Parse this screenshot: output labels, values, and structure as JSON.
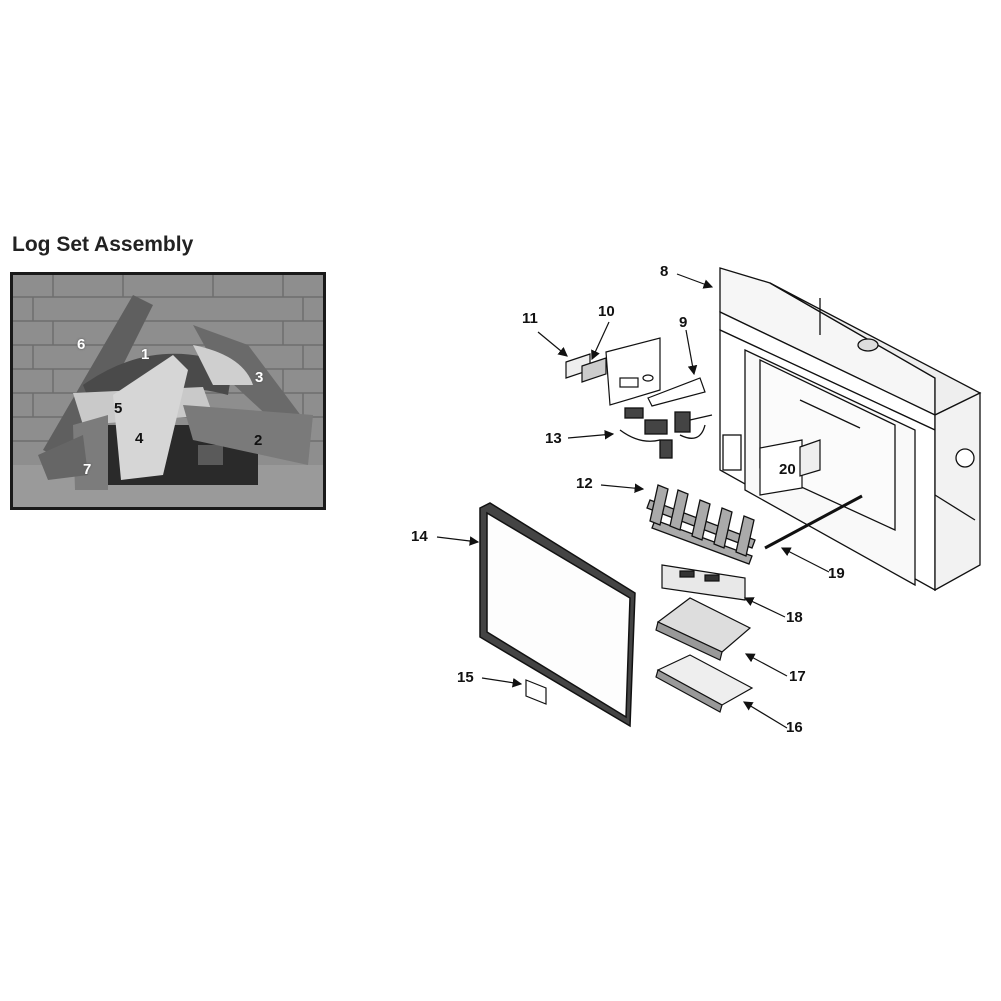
{
  "title": "Log Set Assembly",
  "photo_labels": {
    "l1": "1",
    "l2": "2",
    "l3": "3",
    "l4": "4",
    "l5": "5",
    "l6": "6",
    "l7": "7"
  },
  "callouts": {
    "c8": "8",
    "c9": "9",
    "c10": "10",
    "c11": "11",
    "c12": "12",
    "c13": "13",
    "c14": "14",
    "c15": "15",
    "c16": "16",
    "c17": "17",
    "c18": "18",
    "c19": "19",
    "c20": "20"
  }
}
